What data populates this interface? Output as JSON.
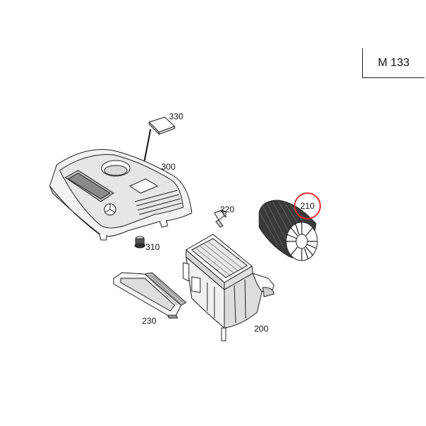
{
  "model_code": "M 133",
  "parts": [
    {
      "number": "330",
      "name": "label-330"
    },
    {
      "number": "300",
      "name": "label-300"
    },
    {
      "number": "220",
      "name": "label-220"
    },
    {
      "number": "210",
      "name": "label-210"
    },
    {
      "number": "310",
      "name": "label-310"
    },
    {
      "number": "230",
      "name": "label-230"
    },
    {
      "number": "200",
      "name": "label-200"
    }
  ],
  "highlight": {
    "part": "210",
    "color": "#e03030"
  }
}
